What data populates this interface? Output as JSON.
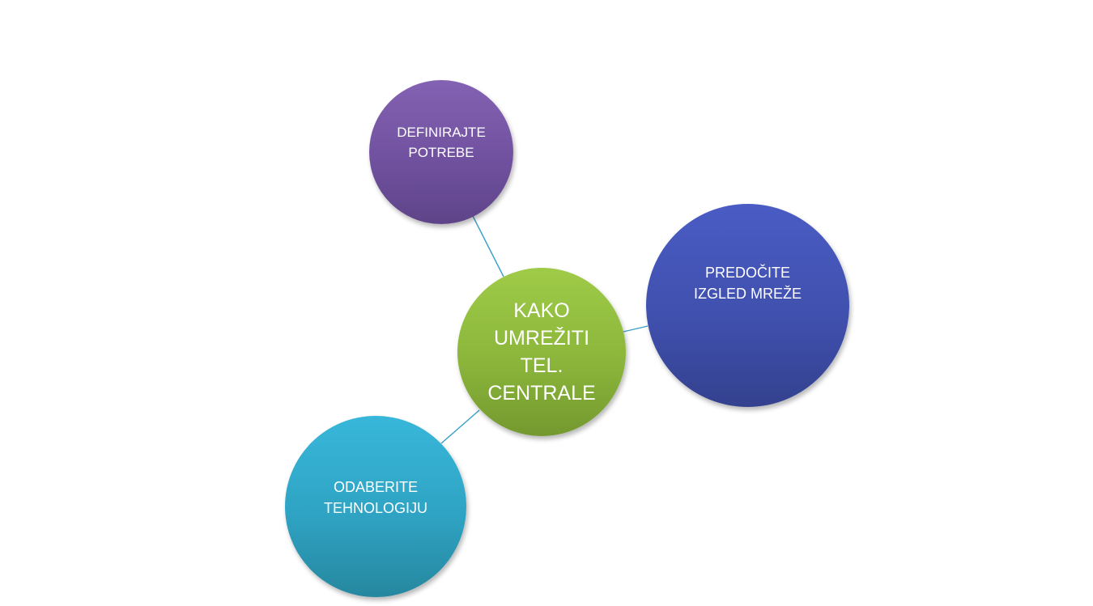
{
  "diagram": {
    "center": {
      "label": "KAKO\nUMREŽITI\nTEL.\nCENTRALE",
      "color": "#8bb63b"
    },
    "nodes": [
      {
        "id": "top",
        "label": "DEFINIRAJTE\nPOTREBE",
        "color": "#70519f"
      },
      {
        "id": "right",
        "label": "PREDOČITE\nIZGLED MREŽE",
        "color": "#4050ae"
      },
      {
        "id": "bottom",
        "label": "ODABERITE\nTEHNOLOGIJU",
        "color": "#2fa3c3"
      }
    ],
    "connector_color": "#3a9fc8"
  }
}
